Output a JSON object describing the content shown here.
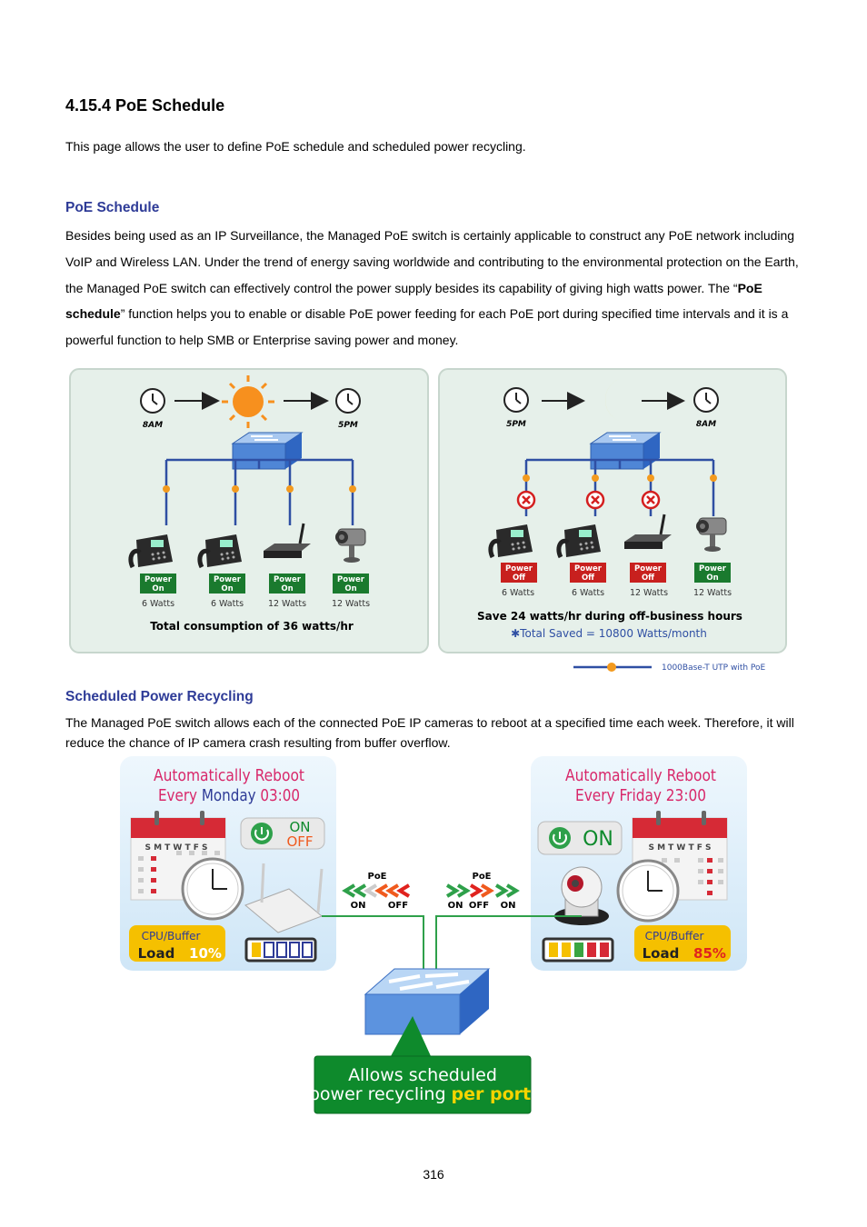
{
  "section": {
    "title": "4.15.4 PoE Schedule",
    "intro": "This page allows the user to define PoE schedule and scheduled power recycling."
  },
  "poe_schedule": {
    "heading": "PoE Schedule",
    "para_a": "Besides being used as an IP Surveillance, the Managed PoE switch is certainly applicable to construct any PoE network including VoIP and Wireless LAN. Under the trend of energy saving worldwide and contributing to the environmental protection on the Earth, the Managed PoE switch can effectively control the power supply besides its capability of giving high watts power. The “",
    "para_bold": "PoE schedule",
    "para_b": "” function helps you to enable or disable PoE power feeding for each PoE port during specified time intervals and it is a powerful function to help SMB or Enterprise saving power and money."
  },
  "figure1": {
    "left": {
      "time_start": "8AM",
      "time_end": "5PM",
      "devices": [
        {
          "status_1": "Power",
          "status_2": "On",
          "watts": "6 Watts"
        },
        {
          "status_1": "Power",
          "status_2": "On",
          "watts": "6 Watts"
        },
        {
          "status_1": "Power",
          "status_2": "On",
          "watts": "12 Watts"
        },
        {
          "status_1": "Power",
          "status_2": "On",
          "watts": "12 Watts"
        }
      ],
      "total": "Total consumption of 36 watts/hr"
    },
    "right": {
      "time_start": "5PM",
      "time_end": "8AM",
      "devices": [
        {
          "status_1": "Power",
          "status_2": "Off",
          "watts": "6 Watts"
        },
        {
          "status_1": "Power",
          "status_2": "Off",
          "watts": "6 Watts"
        },
        {
          "status_1": "Power",
          "status_2": "Off",
          "watts": "12 Watts"
        },
        {
          "status_1": "Power",
          "status_2": "On",
          "watts": "12 Watts"
        }
      ],
      "save_line": "Save 24 watts/hr during off-business hours",
      "saved_line": "✱Total Saved = 10800 Watts/month"
    },
    "legend": "1000Base-T UTP with PoE",
    "colors": {
      "on": "#1a7a2e",
      "off": "#c8201e",
      "panel": "#e6f0ea",
      "switch": "#4f86d6"
    }
  },
  "recycling": {
    "heading": "Scheduled Power Recycling",
    "para": "The Managed PoE switch allows each of the connected PoE IP cameras to reboot at a specified time each week. Therefore, it will reduce the chance of IP camera crash resulting from buffer overflow."
  },
  "figure2": {
    "left": {
      "title_1": "Automatically Reboot",
      "title_2a": "Every ",
      "title_2b": "Monday",
      "title_2c": " 03:00",
      "on_label": "ON",
      "off_label": "OFF",
      "weekdays": "S M T W T F S",
      "cpu_label": "CPU/Buffer",
      "load_label": "Load",
      "load_value": "10%"
    },
    "right": {
      "title_1": "Automatically Reboot",
      "title_2": "Every Friday 23:00",
      "on_label": "ON",
      "weekdays": "S M T W T F S",
      "cpu_label": "CPU/Buffer",
      "load_label": "Load",
      "load_value": "85%"
    },
    "poe_left": {
      "label": "PoE",
      "on": "ON",
      "off": "OFF"
    },
    "poe_right": {
      "label": "PoE",
      "on1": "ON",
      "off": "OFF",
      "on2": "ON"
    },
    "caption_1": "Allows scheduled",
    "caption_2a": "power recycling ",
    "caption_2b": "per port",
    "colors": {
      "title": "#d8286a",
      "panel": "#d8ecfb",
      "green": "#0e8a2c",
      "yellow": "#f5c000"
    }
  },
  "page_number": "316"
}
